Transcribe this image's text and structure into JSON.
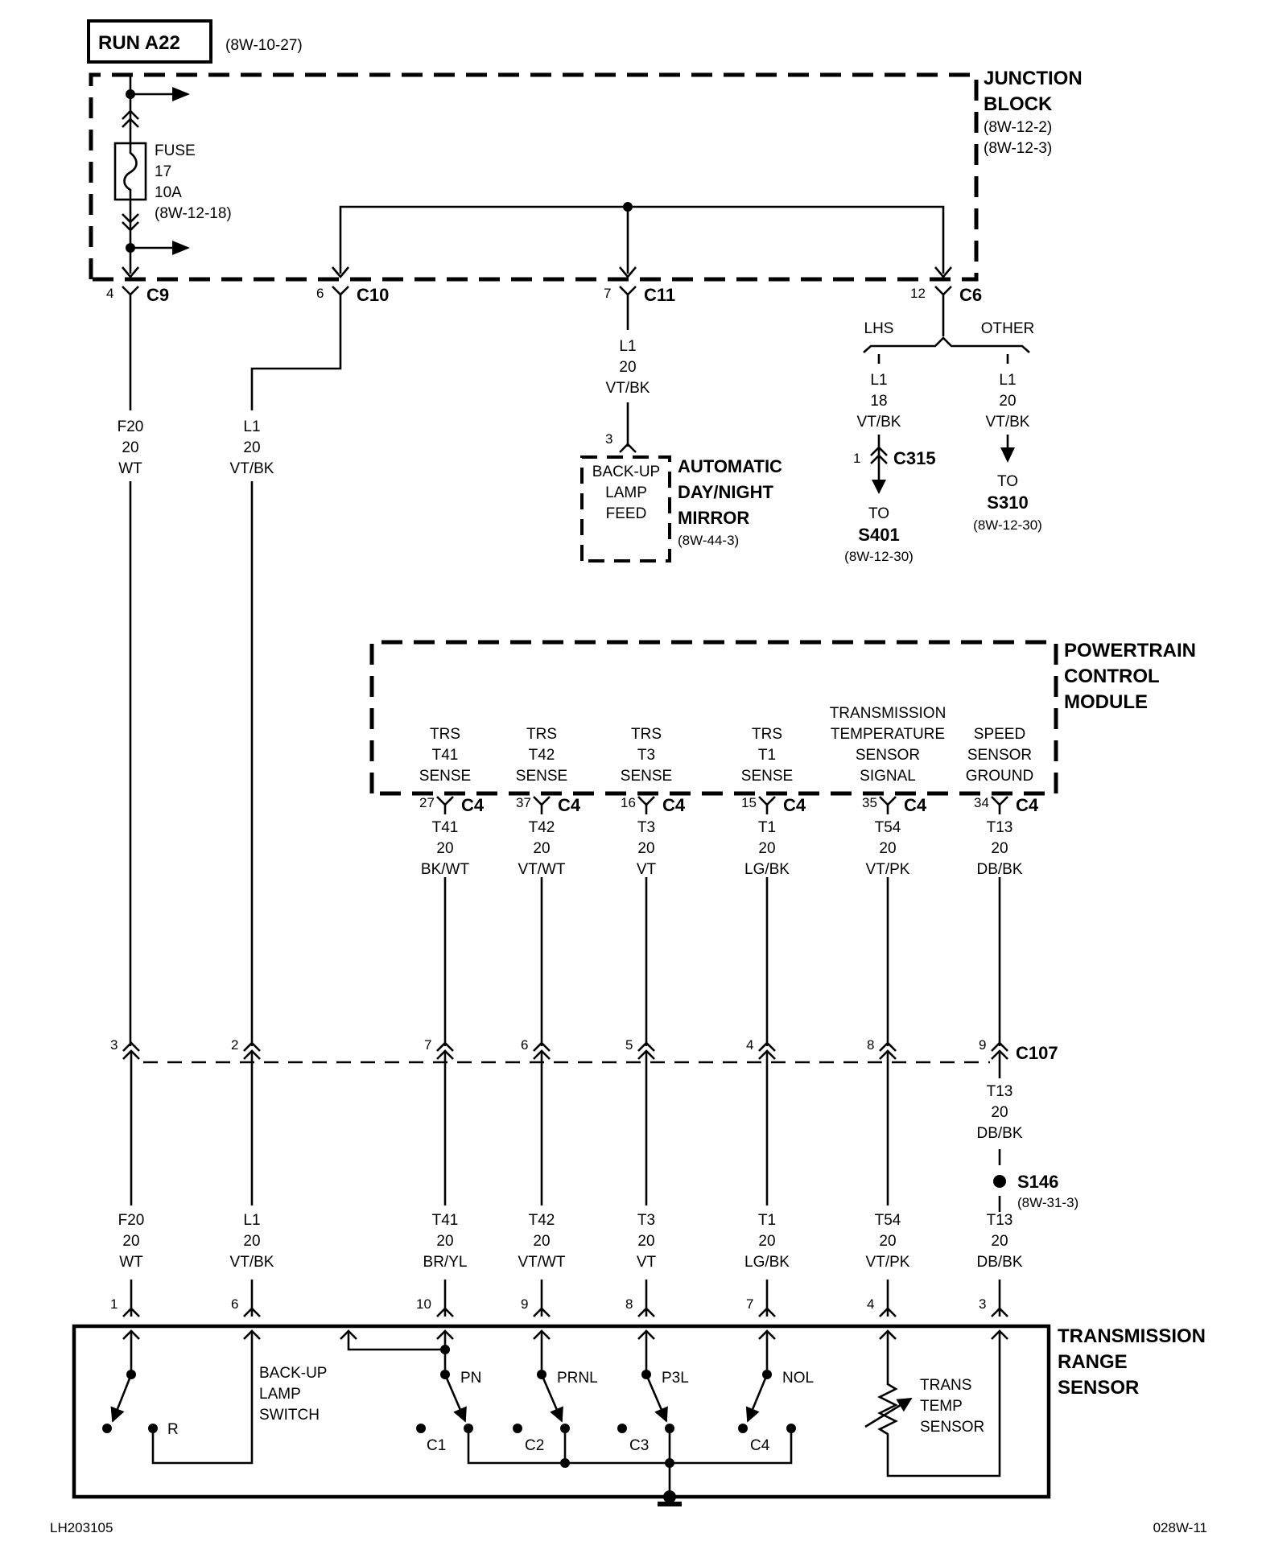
{
  "colors": {
    "ink": "#000000",
    "paper": "#ffffff"
  },
  "header": {
    "power_source": "RUN A22",
    "power_ref": "(8W-10-27)"
  },
  "junction_block": {
    "title": [
      "JUNCTION",
      "BLOCK"
    ],
    "refs": [
      "(8W-12-2)",
      "(8W-12-3)"
    ],
    "fuse": {
      "label": "FUSE",
      "number": "17",
      "rating": "10A",
      "ref": "(8W-12-18)"
    },
    "connectors": [
      {
        "pin": "4",
        "name": "C9"
      },
      {
        "pin": "6",
        "name": "C10"
      },
      {
        "pin": "7",
        "name": "C11"
      },
      {
        "pin": "12",
        "name": "C6"
      }
    ]
  },
  "wires_upper": {
    "f20": [
      "F20",
      "20",
      "WT"
    ],
    "l1_c10": [
      "L1",
      "20",
      "VT/BK"
    ],
    "l1_c11": [
      "L1",
      "20",
      "VT/BK"
    ],
    "branch_lhs": {
      "label": "LHS",
      "wire": [
        "L1",
        "18",
        "VT/BK"
      ],
      "conn_pin": "1",
      "conn_name": "C315",
      "to": "TO",
      "dest": "S401",
      "ref": "(8W-12-30)"
    },
    "branch_other": {
      "label": "OTHER",
      "wire": [
        "L1",
        "20",
        "VT/BK"
      ],
      "to": "TO",
      "dest": "S310",
      "ref": "(8W-12-30)"
    }
  },
  "mirror": {
    "pin": "3",
    "inner": [
      "BACK-UP",
      "LAMP",
      "FEED"
    ],
    "title": [
      "AUTOMATIC",
      "DAY/NIGHT",
      "MIRROR"
    ],
    "ref": "(8W-44-3)"
  },
  "pcm": {
    "title": [
      "POWERTRAIN",
      "CONTROL",
      "MODULE"
    ],
    "pins": [
      {
        "func": [
          "TRS",
          "T41",
          "SENSE"
        ],
        "pin": "27",
        "conn": "C4",
        "wire": [
          "T41",
          "20",
          "BK/WT"
        ]
      },
      {
        "func": [
          "TRS",
          "T42",
          "SENSE"
        ],
        "pin": "37",
        "conn": "C4",
        "wire": [
          "T42",
          "20",
          "VT/WT"
        ]
      },
      {
        "func": [
          "TRS",
          "T3",
          "SENSE"
        ],
        "pin": "16",
        "conn": "C4",
        "wire": [
          "T3",
          "20",
          "VT"
        ]
      },
      {
        "func": [
          "TRS",
          "T1",
          "SENSE"
        ],
        "pin": "15",
        "conn": "C4",
        "wire": [
          "T1",
          "20",
          "LG/BK"
        ]
      },
      {
        "func": [
          "TRANSMISSION",
          "TEMPERATURE",
          "SENSOR",
          "SIGNAL"
        ],
        "pin": "35",
        "conn": "C4",
        "wire": [
          "T54",
          "20",
          "VT/PK"
        ]
      },
      {
        "func": [
          "SPEED",
          "SENSOR",
          "GROUND"
        ],
        "pin": "34",
        "conn": "C4",
        "wire": [
          "T13",
          "20",
          "DB/BK"
        ]
      }
    ]
  },
  "c107": {
    "name": "C107",
    "pins": [
      "3",
      "2",
      "7",
      "6",
      "5",
      "4",
      "8",
      "9"
    ],
    "below_t13": [
      "T13",
      "20",
      "DB/BK"
    ],
    "splice": {
      "name": "S146",
      "ref": "(8W-31-3)"
    }
  },
  "lower_wires": [
    {
      "wire": [
        "F20",
        "20",
        "WT"
      ],
      "pin": "1"
    },
    {
      "wire": [
        "L1",
        "20",
        "VT/BK"
      ],
      "pin": "6"
    },
    {
      "wire": [
        "T41",
        "20",
        "BR/YL"
      ],
      "pin": "10"
    },
    {
      "wire": [
        "T42",
        "20",
        "VT/WT"
      ],
      "pin": "9"
    },
    {
      "wire": [
        "T3",
        "20",
        "VT"
      ],
      "pin": "8"
    },
    {
      "wire": [
        "T1",
        "20",
        "LG/BK"
      ],
      "pin": "7"
    },
    {
      "wire": [
        "T54",
        "20",
        "VT/PK"
      ],
      "pin": "4"
    },
    {
      "wire": [
        "T13",
        "20",
        "DB/BK"
      ],
      "pin": "3"
    }
  ],
  "trs": {
    "title": [
      "TRANSMISSION",
      "RANGE",
      "SENSOR"
    ],
    "backup_switch": [
      "BACK-UP",
      "LAMP",
      "SWITCH"
    ],
    "backup_contact": "R",
    "switches": [
      "PN",
      "PRNL",
      "P3L",
      "NOL"
    ],
    "contacts": [
      "C1",
      "C2",
      "C3",
      "C4"
    ],
    "temp_sensor": [
      "TRANS",
      "TEMP",
      "SENSOR"
    ]
  },
  "footer": {
    "left": "LH203105",
    "right": "028W-11"
  }
}
